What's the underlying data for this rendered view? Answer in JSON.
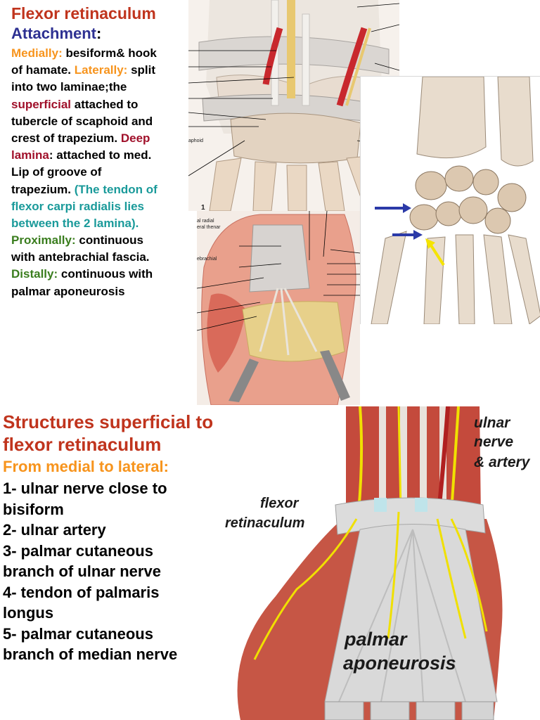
{
  "top": {
    "title": "Flexor retinaculum",
    "attachment_label": "Attachment",
    "attachment_colon": ":",
    "lines": [
      [
        {
          "t": "Medially: ",
          "c": "orange"
        },
        {
          "t": "besiform& hook",
          "c": "black"
        }
      ],
      [
        {
          "t": "of hamate. ",
          "c": "black"
        },
        {
          "t": "Laterally: ",
          "c": "orange"
        },
        {
          "t": "split",
          "c": "black"
        }
      ],
      [
        {
          "t": "into two laminae;the",
          "c": "black"
        }
      ],
      [
        {
          "t": "superficial ",
          "c": "maroon"
        },
        {
          "t": "attached to",
          "c": "black"
        }
      ],
      [
        {
          "t": "tubercle of scaphoid and",
          "c": "black"
        }
      ],
      [
        {
          "t": "crest of trapezium. ",
          "c": "black"
        },
        {
          "t": "Deep",
          "c": "maroon"
        }
      ],
      [
        {
          "t": "lamina",
          "c": "maroon"
        },
        {
          "t": ": attached to med.",
          "c": "black"
        }
      ],
      [
        {
          "t": "Lip of groove of",
          "c": "black"
        }
      ],
      [
        {
          "t": "trapezium. ",
          "c": "black"
        },
        {
          "t": "(The tendon of",
          "c": "teal"
        }
      ],
      [
        {
          "t": "flexor carpi radialis lies",
          "c": "teal"
        }
      ],
      [
        {
          "t": "between the 2 lamina).",
          "c": "teal"
        }
      ],
      [
        {
          "t": "Proximally: ",
          "c": "green"
        },
        {
          "t": "continuous",
          "c": "black"
        }
      ],
      [
        {
          "t": "with antebrachial fascia.",
          "c": "black"
        }
      ],
      [
        {
          "t": "Distally: ",
          "c": "green"
        },
        {
          "t": "continuous with",
          "c": "black"
        }
      ],
      [
        {
          "t": "palmar aponeurosis",
          "c": "black"
        }
      ]
    ]
  },
  "bottom": {
    "title": "Structures superficial to flexor retinaculum",
    "subtitle": "From medial to lateral:",
    "items": [
      "1- ulnar nerve close to",
      "bisiform",
      "2- ulnar artery",
      "3- palmar cutaneous",
      "branch of ulnar nerve",
      "4- tendon of palmaris",
      "longus",
      "5- palmar cutaneous",
      "branch of median nerve"
    ]
  },
  "figures": {
    "fig1_small_labels": [
      "aphoid",
      "1"
    ],
    "fig3_small_labels": [
      "al radial",
      "eral thenar",
      "ebrachial"
    ],
    "fig4_labels": {
      "ulnar_nerve_artery": [
        "ulnar",
        "nerve",
        "& artery"
      ],
      "flexor_retinaculum": [
        "flexor",
        "retinaculum"
      ],
      "palmar_aponeurosis": [
        "palmar",
        "aponeurosis"
      ]
    }
  },
  "colors": {
    "title_red": "#c0341d",
    "attachment_blue": "#2e3192",
    "orange": "#f7941d",
    "maroon": "#a0102a",
    "teal": "#1a9a9a",
    "green": "#3a7d1e",
    "arrow_blue": "#2b3aa8",
    "arrow_yellow": "#f5e400"
  }
}
